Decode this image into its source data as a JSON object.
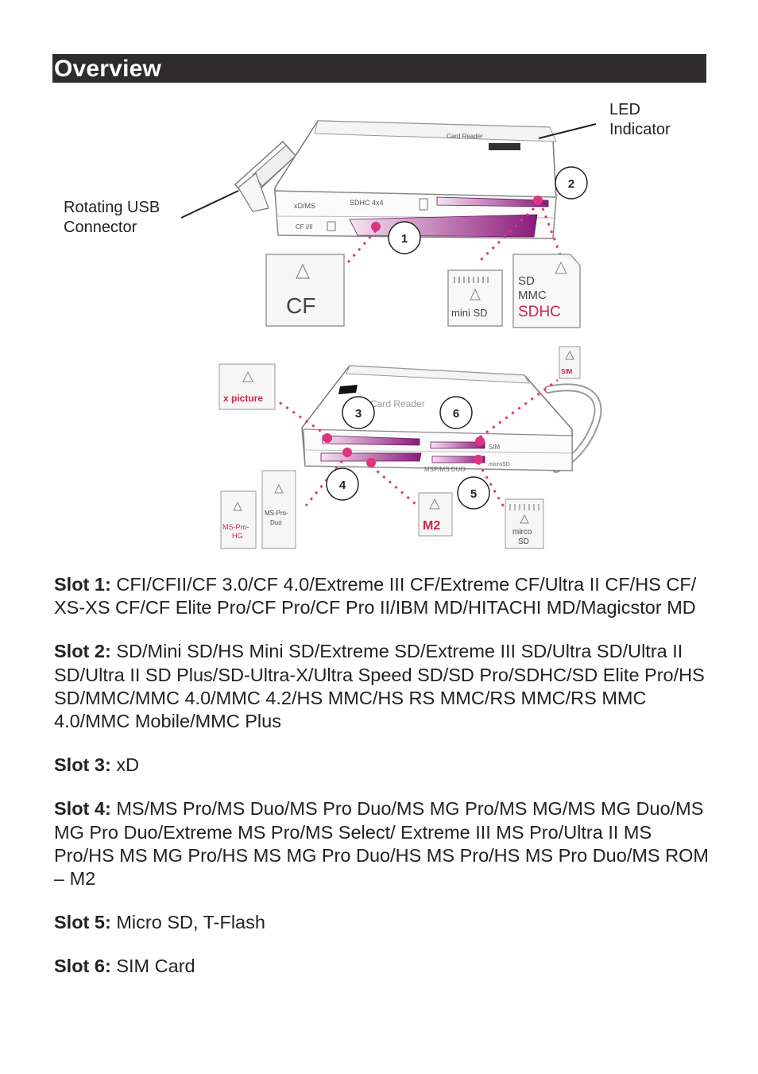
{
  "header": {
    "title": "Overview"
  },
  "figure": {
    "callouts": {
      "led_line1": "LED",
      "led_line2": "Indicator",
      "usb_line1": "Rotating USB",
      "usb_line2": "Connector"
    },
    "markers": [
      "1",
      "2",
      "3",
      "4",
      "5",
      "6"
    ],
    "card_labels": {
      "cf": "CF",
      "mini_sd": "mini SD",
      "sd": "SD",
      "mmc": "MMC",
      "sdhc": "SDHC",
      "xpicture": "x picture",
      "sim": "SIM",
      "ms_pro_hg_1": "MS-Pro-",
      "ms_pro_hg_2": "HG",
      "ms_pro_duo_1": "MS-Pro-",
      "ms_pro_duo_2": "Duo",
      "m2": "M2",
      "micro_sd_1": "mirco",
      "micro_sd_2": "SD"
    },
    "accent_color": "#e0337f",
    "slot_color": "#8a1a7a"
  },
  "slots": [
    {
      "label": "Slot 1:",
      "text": "CFI/CFII/CF 3.0/CF 4.0/Extreme III CF/Extreme CF/Ultra II CF/HS CF/ XS-XS CF/CF Elite Pro/CF Pro/CF Pro II/IBM MD/HITACHI MD/Magicstor MD"
    },
    {
      "label": "Slot 2:",
      "text": "SD/Mini SD/HS Mini SD/Extreme SD/Extreme III SD/Ultra SD/Ultra II SD/Ultra II SD Plus/SD-Ultra-X/Ultra Speed SD/SD Pro/SDHC/SD Elite Pro/HS SD/MMC/MMC 4.0/MMC 4.2/HS MMC/HS RS MMC/RS MMC/RS MMC 4.0/MMC Mobile/MMC Plus"
    },
    {
      "label": "Slot 3:",
      "text": "xD"
    },
    {
      "label": "Slot 4:",
      "text": "MS/MS Pro/MS Duo/MS Pro Duo/MS MG Pro/MS MG/MS MG Duo/MS MG Pro Duo/Extreme MS Pro/MS Select/ Extreme III MS Pro/Ultra II MS Pro/HS MS MG Pro/HS MS MG Pro Duo/HS MS Pro/HS MS Pro Duo/MS ROM – M2"
    },
    {
      "label": "Slot 5:",
      "text": "Micro SD, T-Flash"
    },
    {
      "label": "Slot 6:",
      "text": "SIM Card"
    }
  ]
}
